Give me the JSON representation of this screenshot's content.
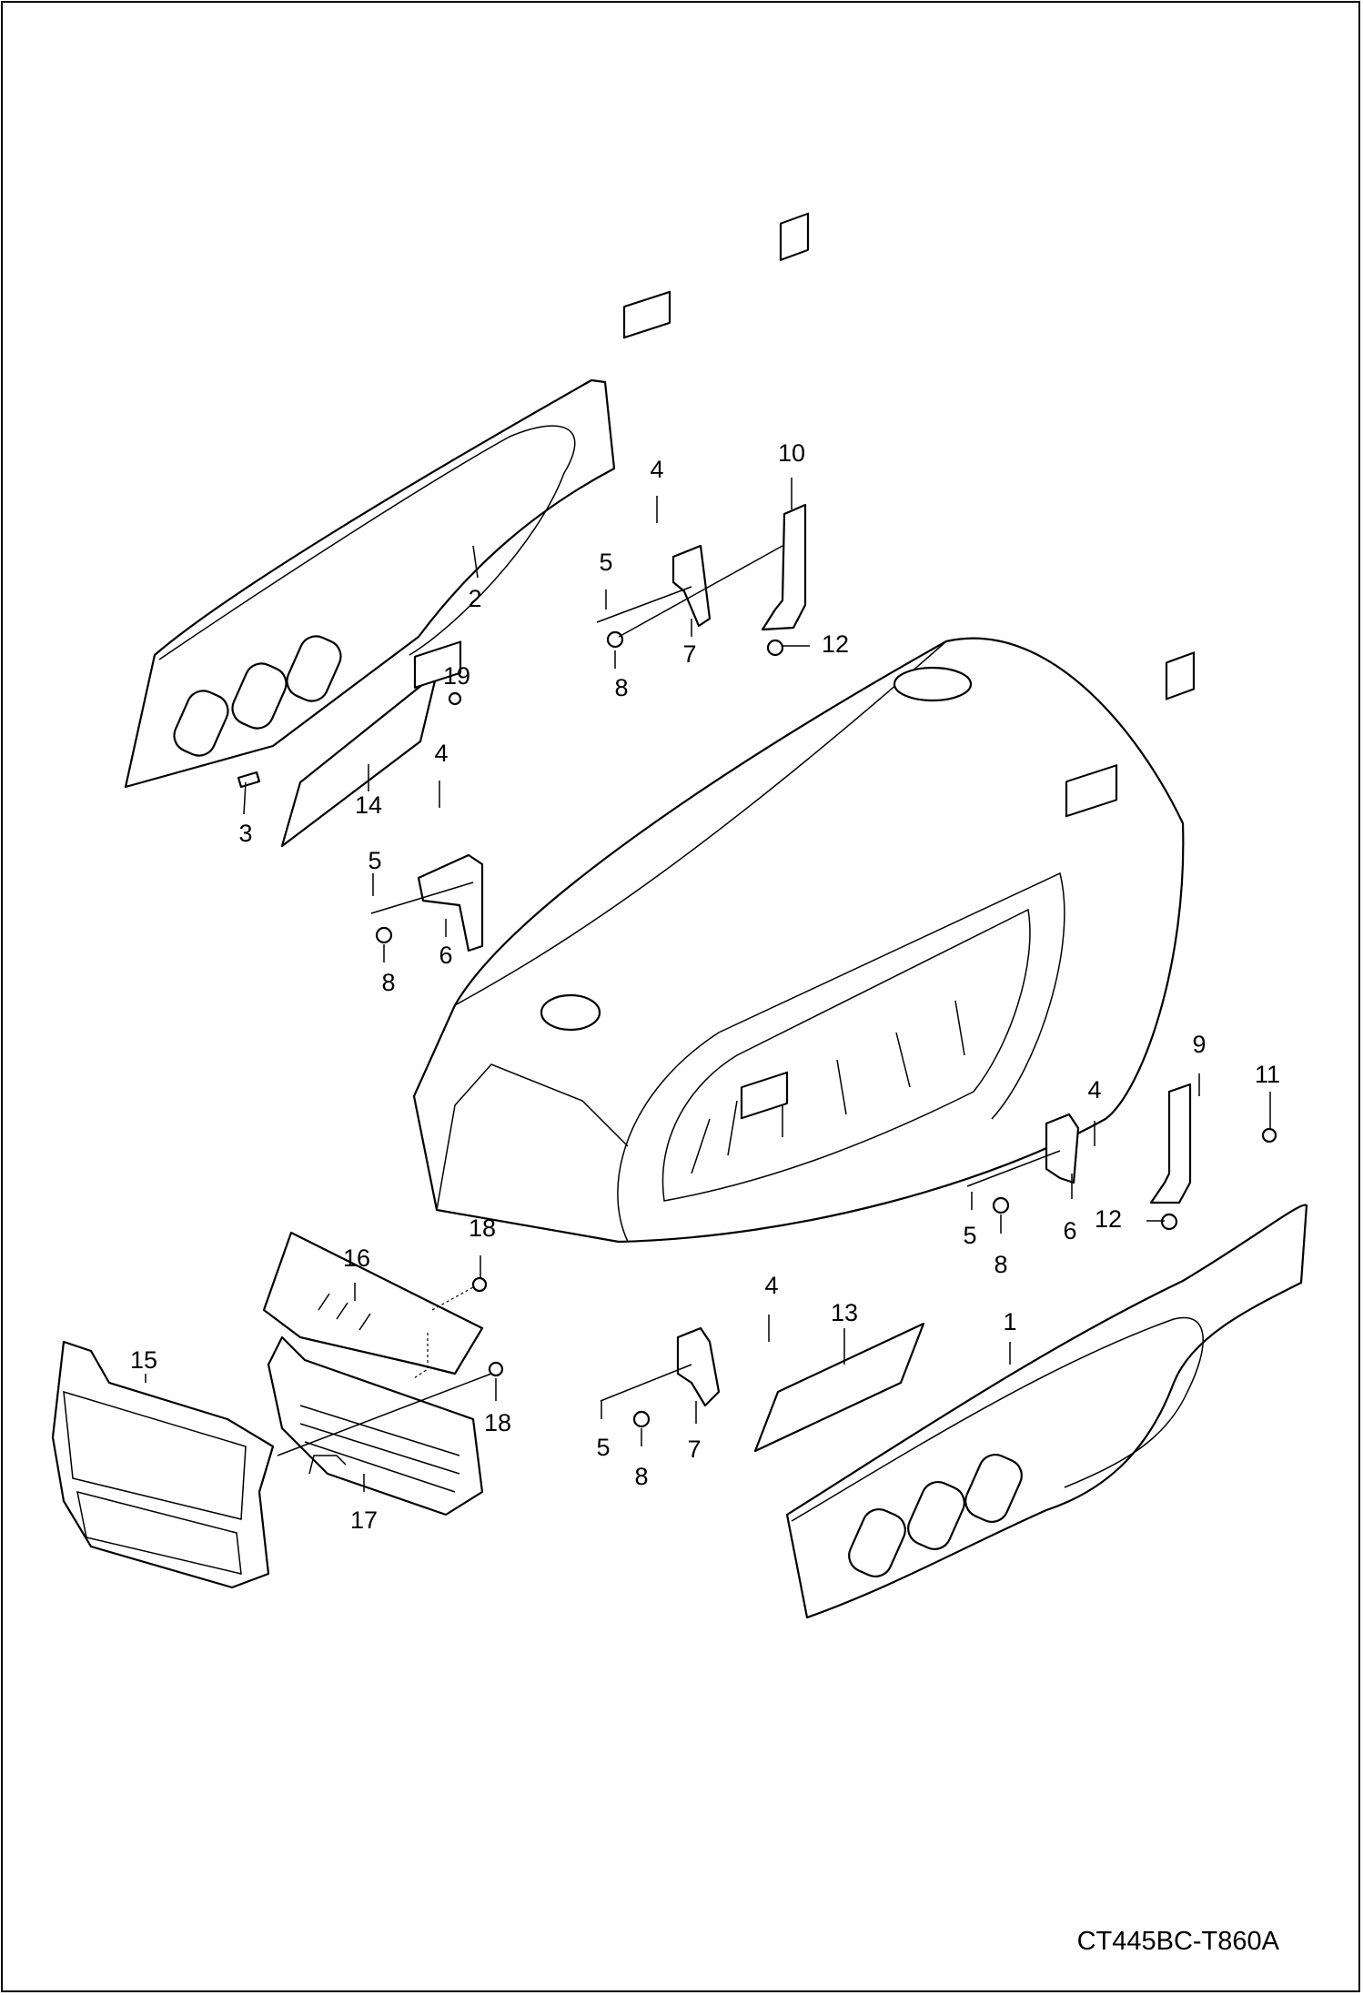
{
  "diagram": {
    "drawing_code": "CT445BC-T860A",
    "callouts": [
      {
        "id": "c1",
        "label": "1"
      },
      {
        "id": "c2",
        "label": "2"
      },
      {
        "id": "c3",
        "label": "3"
      },
      {
        "id": "c4a",
        "label": "4"
      },
      {
        "id": "c4b",
        "label": "4"
      },
      {
        "id": "c4c",
        "label": "4"
      },
      {
        "id": "c4d",
        "label": "4"
      },
      {
        "id": "c5a",
        "label": "5"
      },
      {
        "id": "c5b",
        "label": "5"
      },
      {
        "id": "c5c",
        "label": "5"
      },
      {
        "id": "c5d",
        "label": "5"
      },
      {
        "id": "c6a",
        "label": "6"
      },
      {
        "id": "c6b",
        "label": "6"
      },
      {
        "id": "c7a",
        "label": "7"
      },
      {
        "id": "c7b",
        "label": "7"
      },
      {
        "id": "c8a",
        "label": "8"
      },
      {
        "id": "c8b",
        "label": "8"
      },
      {
        "id": "c8c",
        "label": "8"
      },
      {
        "id": "c8d",
        "label": "8"
      },
      {
        "id": "c9",
        "label": "9"
      },
      {
        "id": "c10",
        "label": "10"
      },
      {
        "id": "c11",
        "label": "11"
      },
      {
        "id": "c12a",
        "label": "12"
      },
      {
        "id": "c12b",
        "label": "12"
      },
      {
        "id": "c13",
        "label": "13"
      },
      {
        "id": "c14",
        "label": "14"
      },
      {
        "id": "c15",
        "label": "15"
      },
      {
        "id": "c16",
        "label": "16"
      },
      {
        "id": "c17",
        "label": "17"
      },
      {
        "id": "c18a",
        "label": "18"
      },
      {
        "id": "c18b",
        "label": "18"
      },
      {
        "id": "c19",
        "label": "19"
      }
    ]
  }
}
